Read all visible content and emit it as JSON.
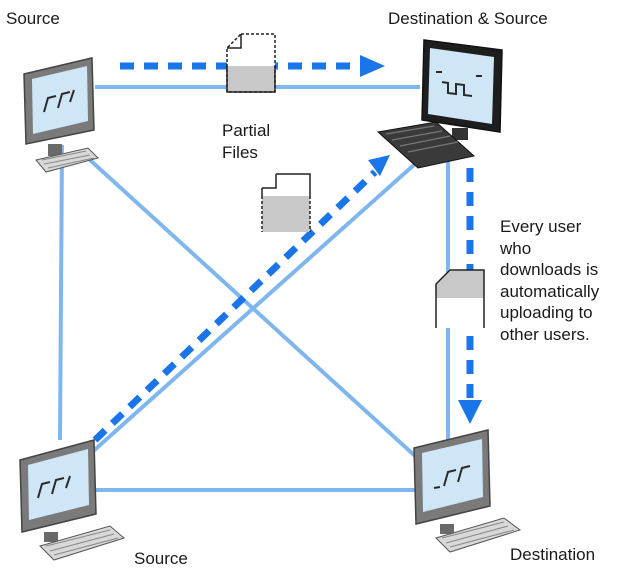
{
  "nodes": {
    "top_left": "Source",
    "top_right": "Destination & Source",
    "bottom_left": "Source",
    "bottom_right": "Destination"
  },
  "partial_files_label": [
    "Partial",
    "Files"
  ],
  "note_lines": [
    "Every user",
    "who",
    "downloads is",
    "automatically",
    "uploading to",
    "other users."
  ],
  "colors": {
    "connection": "#7fb6ee",
    "transfer_arrow": "#1a75e8",
    "screen": "#cfe6f7",
    "monitor_body": "#6a6a6a",
    "monitor_dark": "#1e1e1e"
  }
}
